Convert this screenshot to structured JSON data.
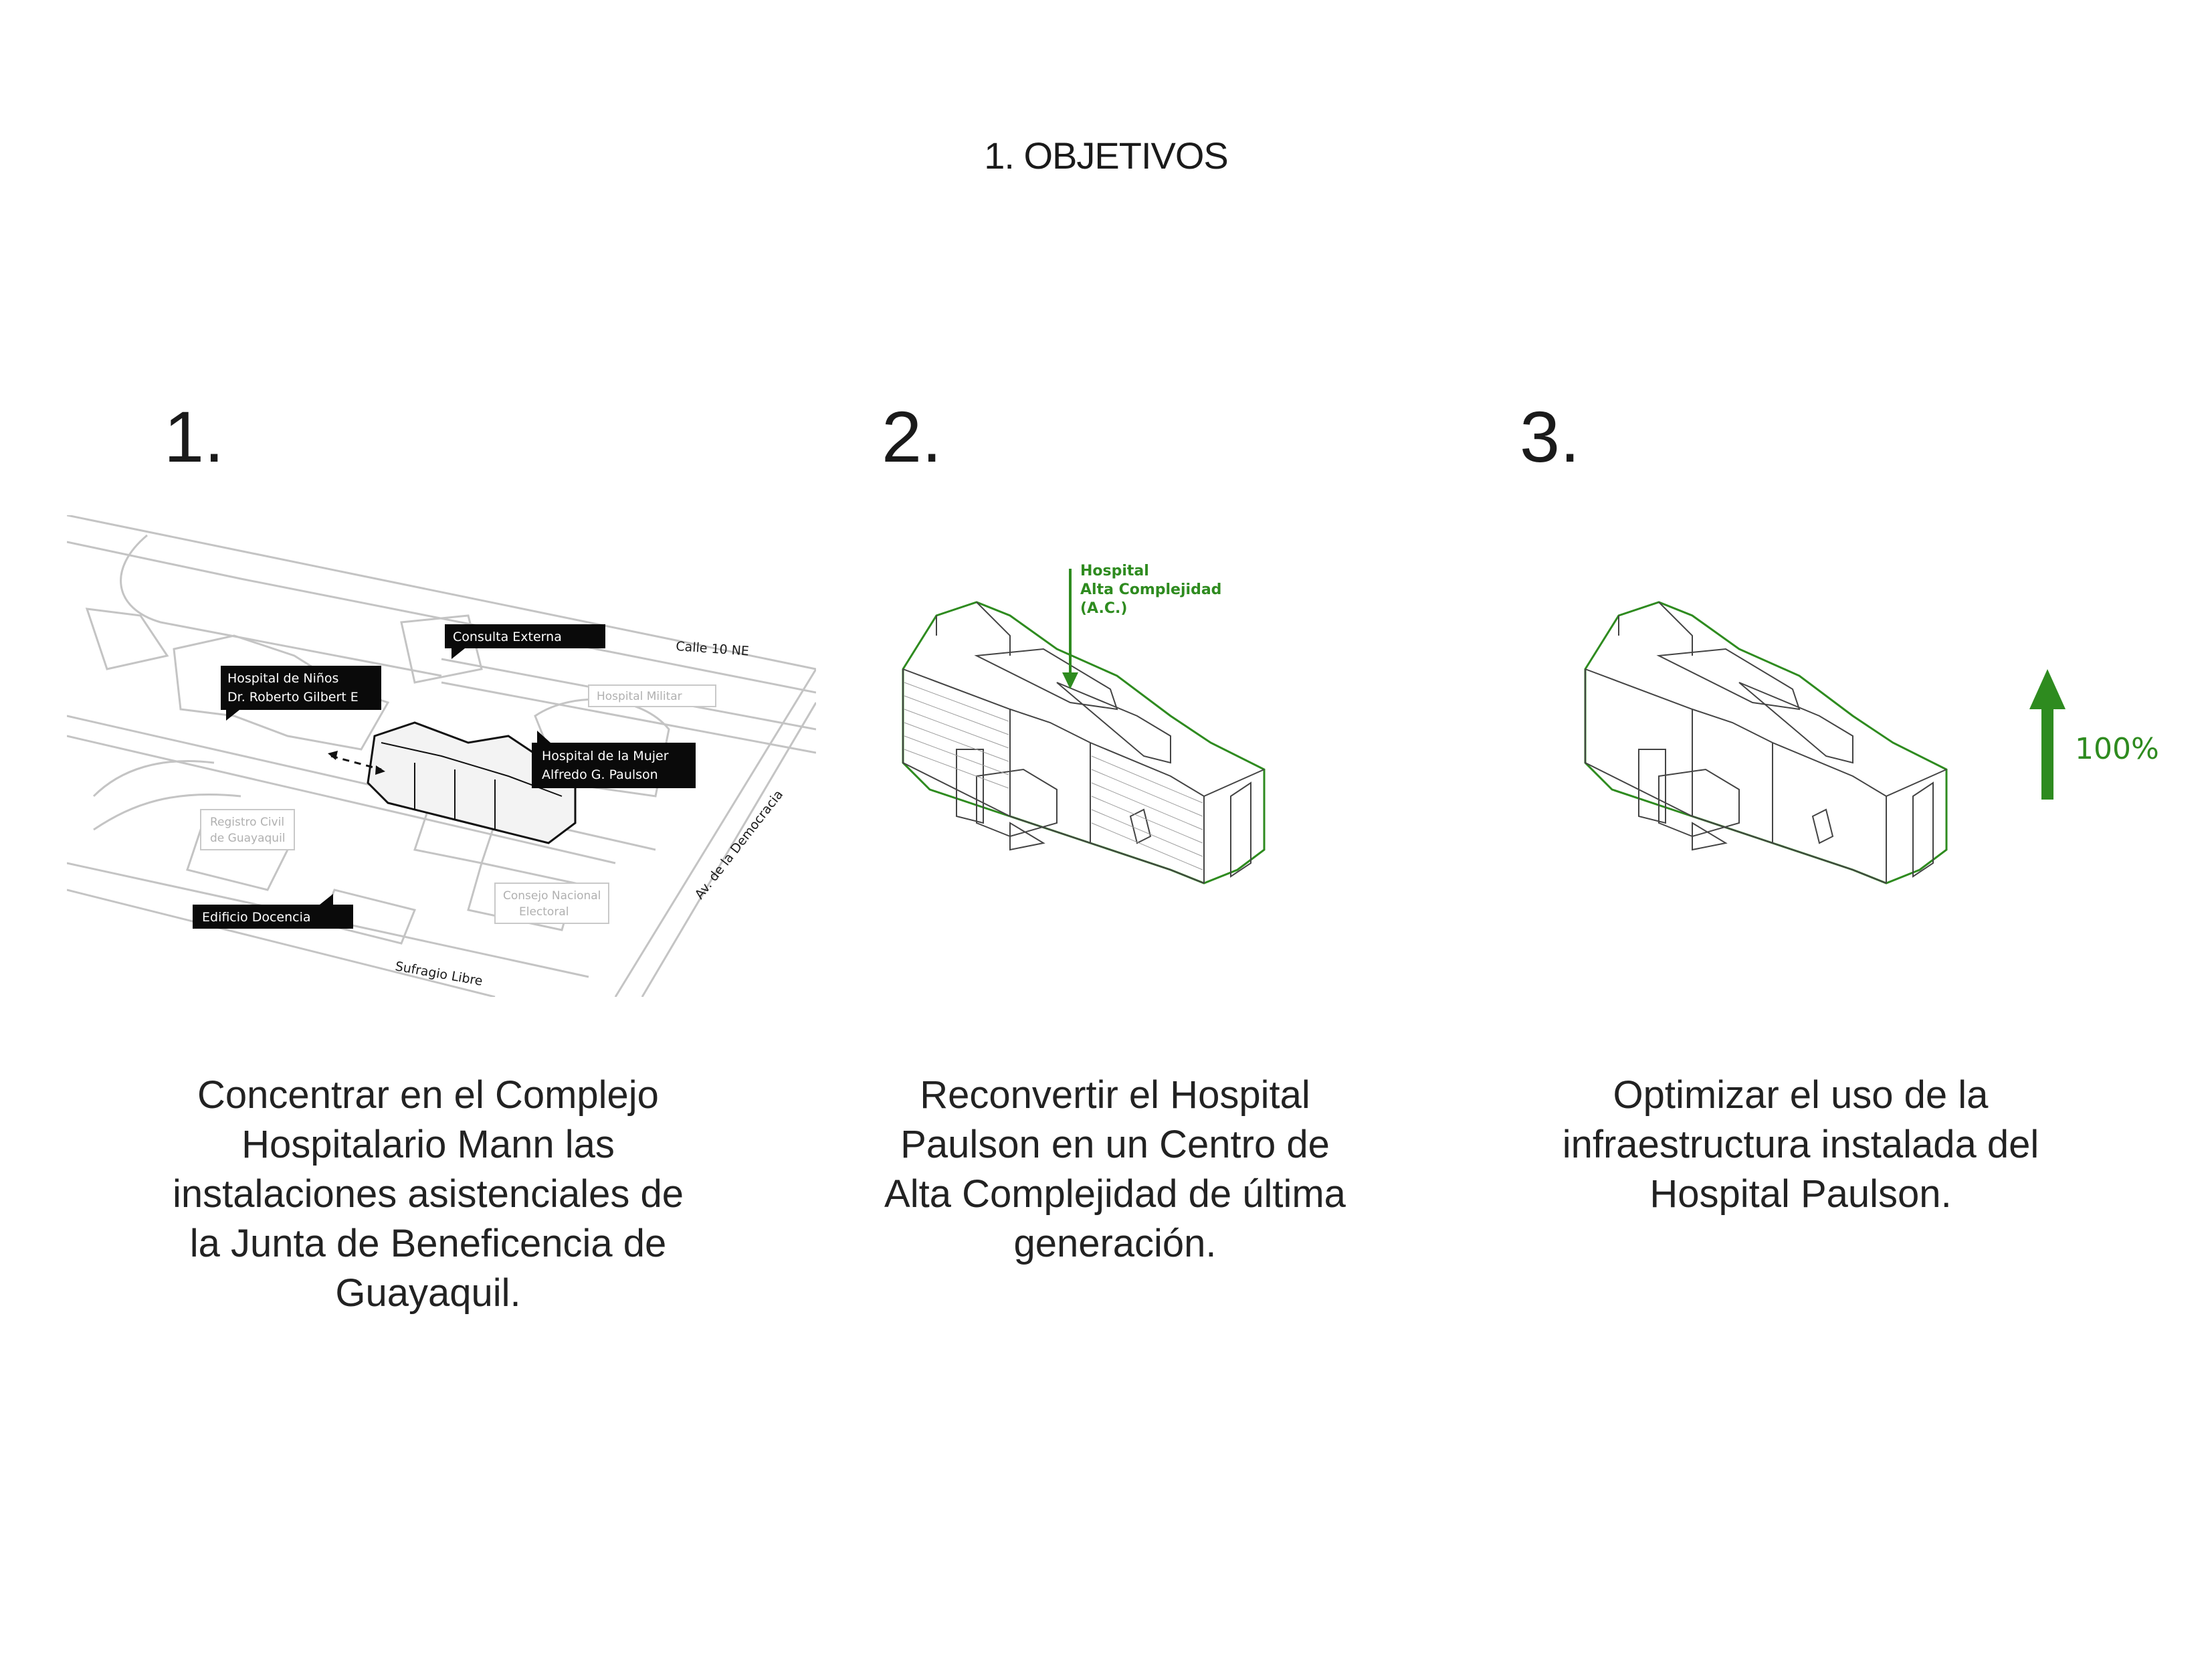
{
  "header": {
    "title": "1. OBJETIVOS"
  },
  "objectives": [
    {
      "number": "1.",
      "caption_lines": [
        "Concentrar en el Complejo",
        "Hospitalario Mann las",
        "instalaciones asistenciales de",
        "la Junta de Beneficencia de",
        "Guayaquil."
      ]
    },
    {
      "number": "2.",
      "caption_lines": [
        "Reconvertir el Hospital",
        "Paulson en un Centro de",
        "Alta Complejidad de última",
        "generación."
      ]
    },
    {
      "number": "3.",
      "caption_lines": [
        "Optimizar el uso de la",
        "infraestructura instalada del",
        "Hospital Paulson."
      ]
    }
  ],
  "site_map": {
    "labels": {
      "consulta_externa": "Consulta Externa",
      "hospital_ninos_1": "Hospital de Niños",
      "hospital_ninos_2": "Dr. Roberto Gilbert E",
      "hospital_mujer_1": "Hospital de la Mujer",
      "hospital_mujer_2": "Alfredo G. Paulson",
      "edificio_docencia": "Edificio Docencia",
      "hospital_militar": "Hospital Militar",
      "registro_civil_1": "Registro Civil",
      "registro_civil_2": "de Guayaquil",
      "consejo_1": "Consejo Nacional",
      "consejo_2": "Electoral"
    },
    "streets": {
      "calle_10": "Calle 10 NE",
      "democracia": "Av. de la Democracia",
      "sufragio": "Sufragio Libre"
    }
  },
  "diagram2": {
    "label_lines": [
      "Hospital",
      "Alta Complejidad",
      "(A.C.)"
    ]
  },
  "diagram3": {
    "growth": "100%"
  },
  "colors": {
    "accent_green": "#2e8b1f",
    "label_black": "#0a0a0a",
    "ghost_gray": "#c9c9c9"
  }
}
